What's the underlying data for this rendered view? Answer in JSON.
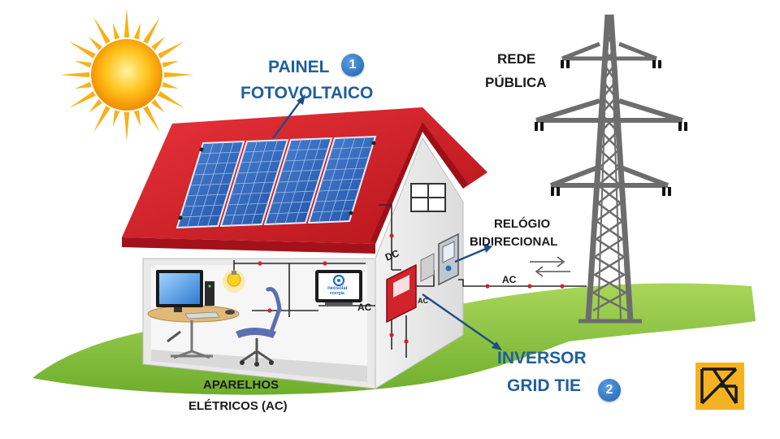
{
  "labels": {
    "panel_line1": "PAINEL",
    "panel_line2": "FOTOVOLTAICO",
    "panel_number": "1",
    "grid_line1": "REDE",
    "grid_line2": "PÚBLICA",
    "meter_line1": "RELÓGIO",
    "meter_line2": "BIDIRECIONAL",
    "inverter_line1": "INVERSOR",
    "inverter_line2": "GRID TIE",
    "inverter_number": "2",
    "appliances_line1": "APARELHOS",
    "appliances_line2": "ELÉTRICOS (AC)",
    "dc_label": "DC",
    "ac_label_house": "AC",
    "ac_label_line": "AC",
    "ac_label_inverter": "AC",
    "monitor_brand_line1": "neosolar",
    "monitor_brand_line2": "energia"
  },
  "colors": {
    "label_blue": "#1f5f9c",
    "roof_red": "#d2232a",
    "grass_green": "#8cc63f",
    "sun_yellow": "#f7b500",
    "logo_gold": "#f4b223"
  },
  "icons": [
    "sun-icon",
    "solar-panel-icon",
    "transmission-tower-icon",
    "bidirectional-arrows-icon",
    "logo-icon"
  ]
}
